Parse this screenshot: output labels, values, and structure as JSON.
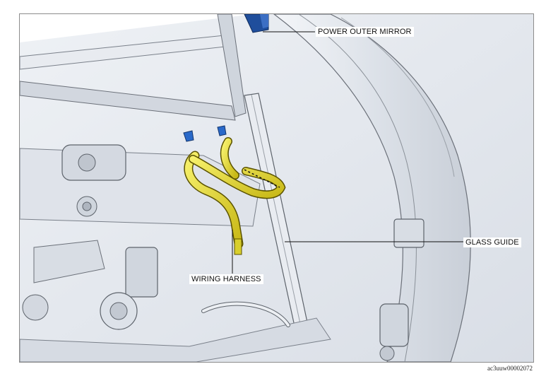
{
  "labels": {
    "power_outer_mirror": "POWER OUTER MIRROR",
    "glass_guide": "GLASS GUIDE",
    "wiring_harness": "WIRING HARNESS"
  },
  "figure_code": "ac3uuw00002072",
  "colors": {
    "body_panel": "#e4e8ee",
    "mirror": "#1f4e9c",
    "harness": "#e7e13a",
    "outline": "#5d636b"
  }
}
